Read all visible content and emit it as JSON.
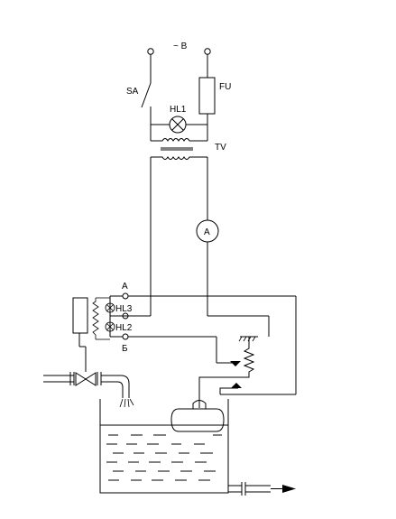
{
  "labels": {
    "supply": "~ B",
    "switch": "SA",
    "fuse": "FU",
    "lamp_main": "HL1",
    "transformer": "TV",
    "ammeter": "A",
    "terminal_a": "A",
    "lamp_3": "HL3",
    "lamp_2": "HL2",
    "terminal_b": "Б"
  },
  "colors": {
    "line": "#000000",
    "background": "#ffffff"
  }
}
